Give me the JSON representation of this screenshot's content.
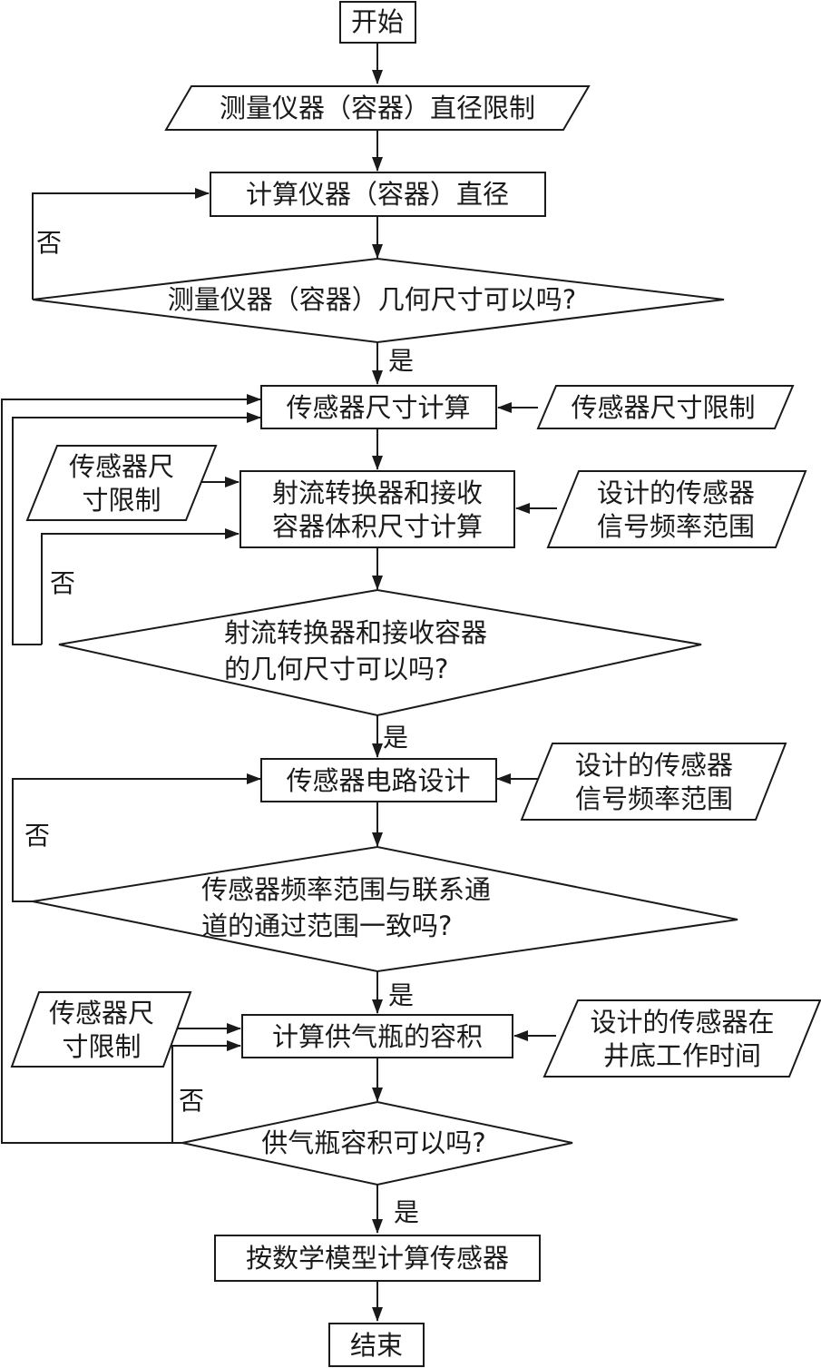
{
  "nodes": {
    "start": "开始",
    "input_instrument_diameter_limit": "测量仪器（容器）直径限制",
    "calc_instrument_diameter": "计算仪器（容器）直径",
    "decision_instrument_size": "测量仪器（容器）几何尺寸可以吗?",
    "calc_sensor_size": "传感器尺寸计算",
    "input_sensor_size_limit": "传感器尺寸限制",
    "input_sensor_size_limit_2": [
      "传感器尺",
      "寸限制"
    ],
    "calc_jet_converter_volume": [
      "射流转换器和接收",
      "容器体积尺寸计算"
    ],
    "input_signal_freq_range": [
      "设计的传感器",
      "信号频率范围"
    ],
    "decision_jet_converter_size": [
      "射流转换器和接收容器",
      "的几何尺寸可以吗?"
    ],
    "sensor_circuit_design": "传感器电路设计",
    "input_signal_freq_range_2": [
      "设计的传感器",
      "信号频率范围"
    ],
    "decision_freq_range": [
      "传感器频率范围与联系通",
      "道的通过范围一致吗?"
    ],
    "calc_gas_cylinder_volume": "计算供气瓶的容积",
    "input_sensor_size_limit_3": [
      "传感器尺",
      "寸限制"
    ],
    "input_downhole_time": [
      "设计的传感器在",
      "井底工作时间"
    ],
    "decision_cylinder_volume": "供气瓶容积可以吗?",
    "calc_by_model": "按数学模型计算传感器",
    "end": "结束"
  },
  "edge_labels": {
    "yes": "是",
    "no": "否"
  },
  "colors": {
    "stroke": "#1a1a1a",
    "background": "#ffffff"
  }
}
